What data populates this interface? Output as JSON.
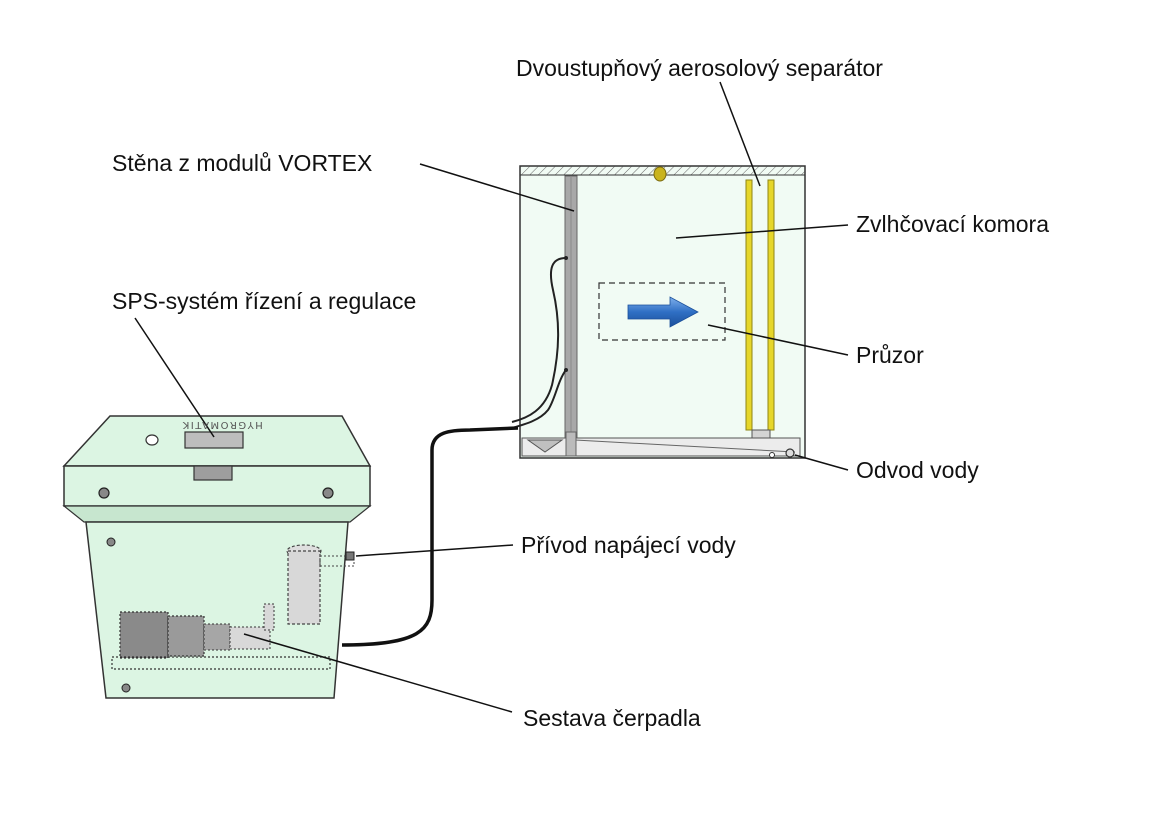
{
  "labels": {
    "separator": "Dvoustupňový aerosolový separátor",
    "vortex_wall": "Stěna z modulů VORTEX",
    "chamber": "Zvlhčovací komora",
    "sps": "SPS-systém řízení a regulace",
    "window": "Průzor",
    "drain": "Odvod vody",
    "feed_water": "Přívod napájecí vody",
    "pump": "Sestava čerpadla"
  },
  "unit_brand": "HYGROMATIK",
  "colors": {
    "unit_fill": "#dcf5e3",
    "chamber_fill": "#f1fbf4",
    "outline": "#222222",
    "separator_yellow": "#e6d62a",
    "arrow_blue": "#2f6fc4",
    "wall_gray": "#a8a8a8"
  }
}
